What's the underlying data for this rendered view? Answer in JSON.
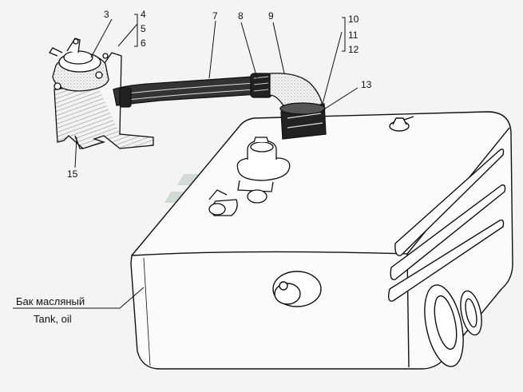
{
  "callouts": {
    "n3": "3",
    "n4": "4",
    "n5": "5",
    "n6": "6",
    "n7": "7",
    "n8": "8",
    "n9": "9",
    "n10": "10",
    "n11": "11",
    "n12": "12",
    "n13": "13",
    "n15": "15"
  },
  "caption": {
    "ru": "Бак масляный",
    "en": "Tank, oil"
  },
  "colors": {
    "line": "#111111",
    "watermark": "#cfd8d3",
    "background": "#f4f4f4"
  }
}
